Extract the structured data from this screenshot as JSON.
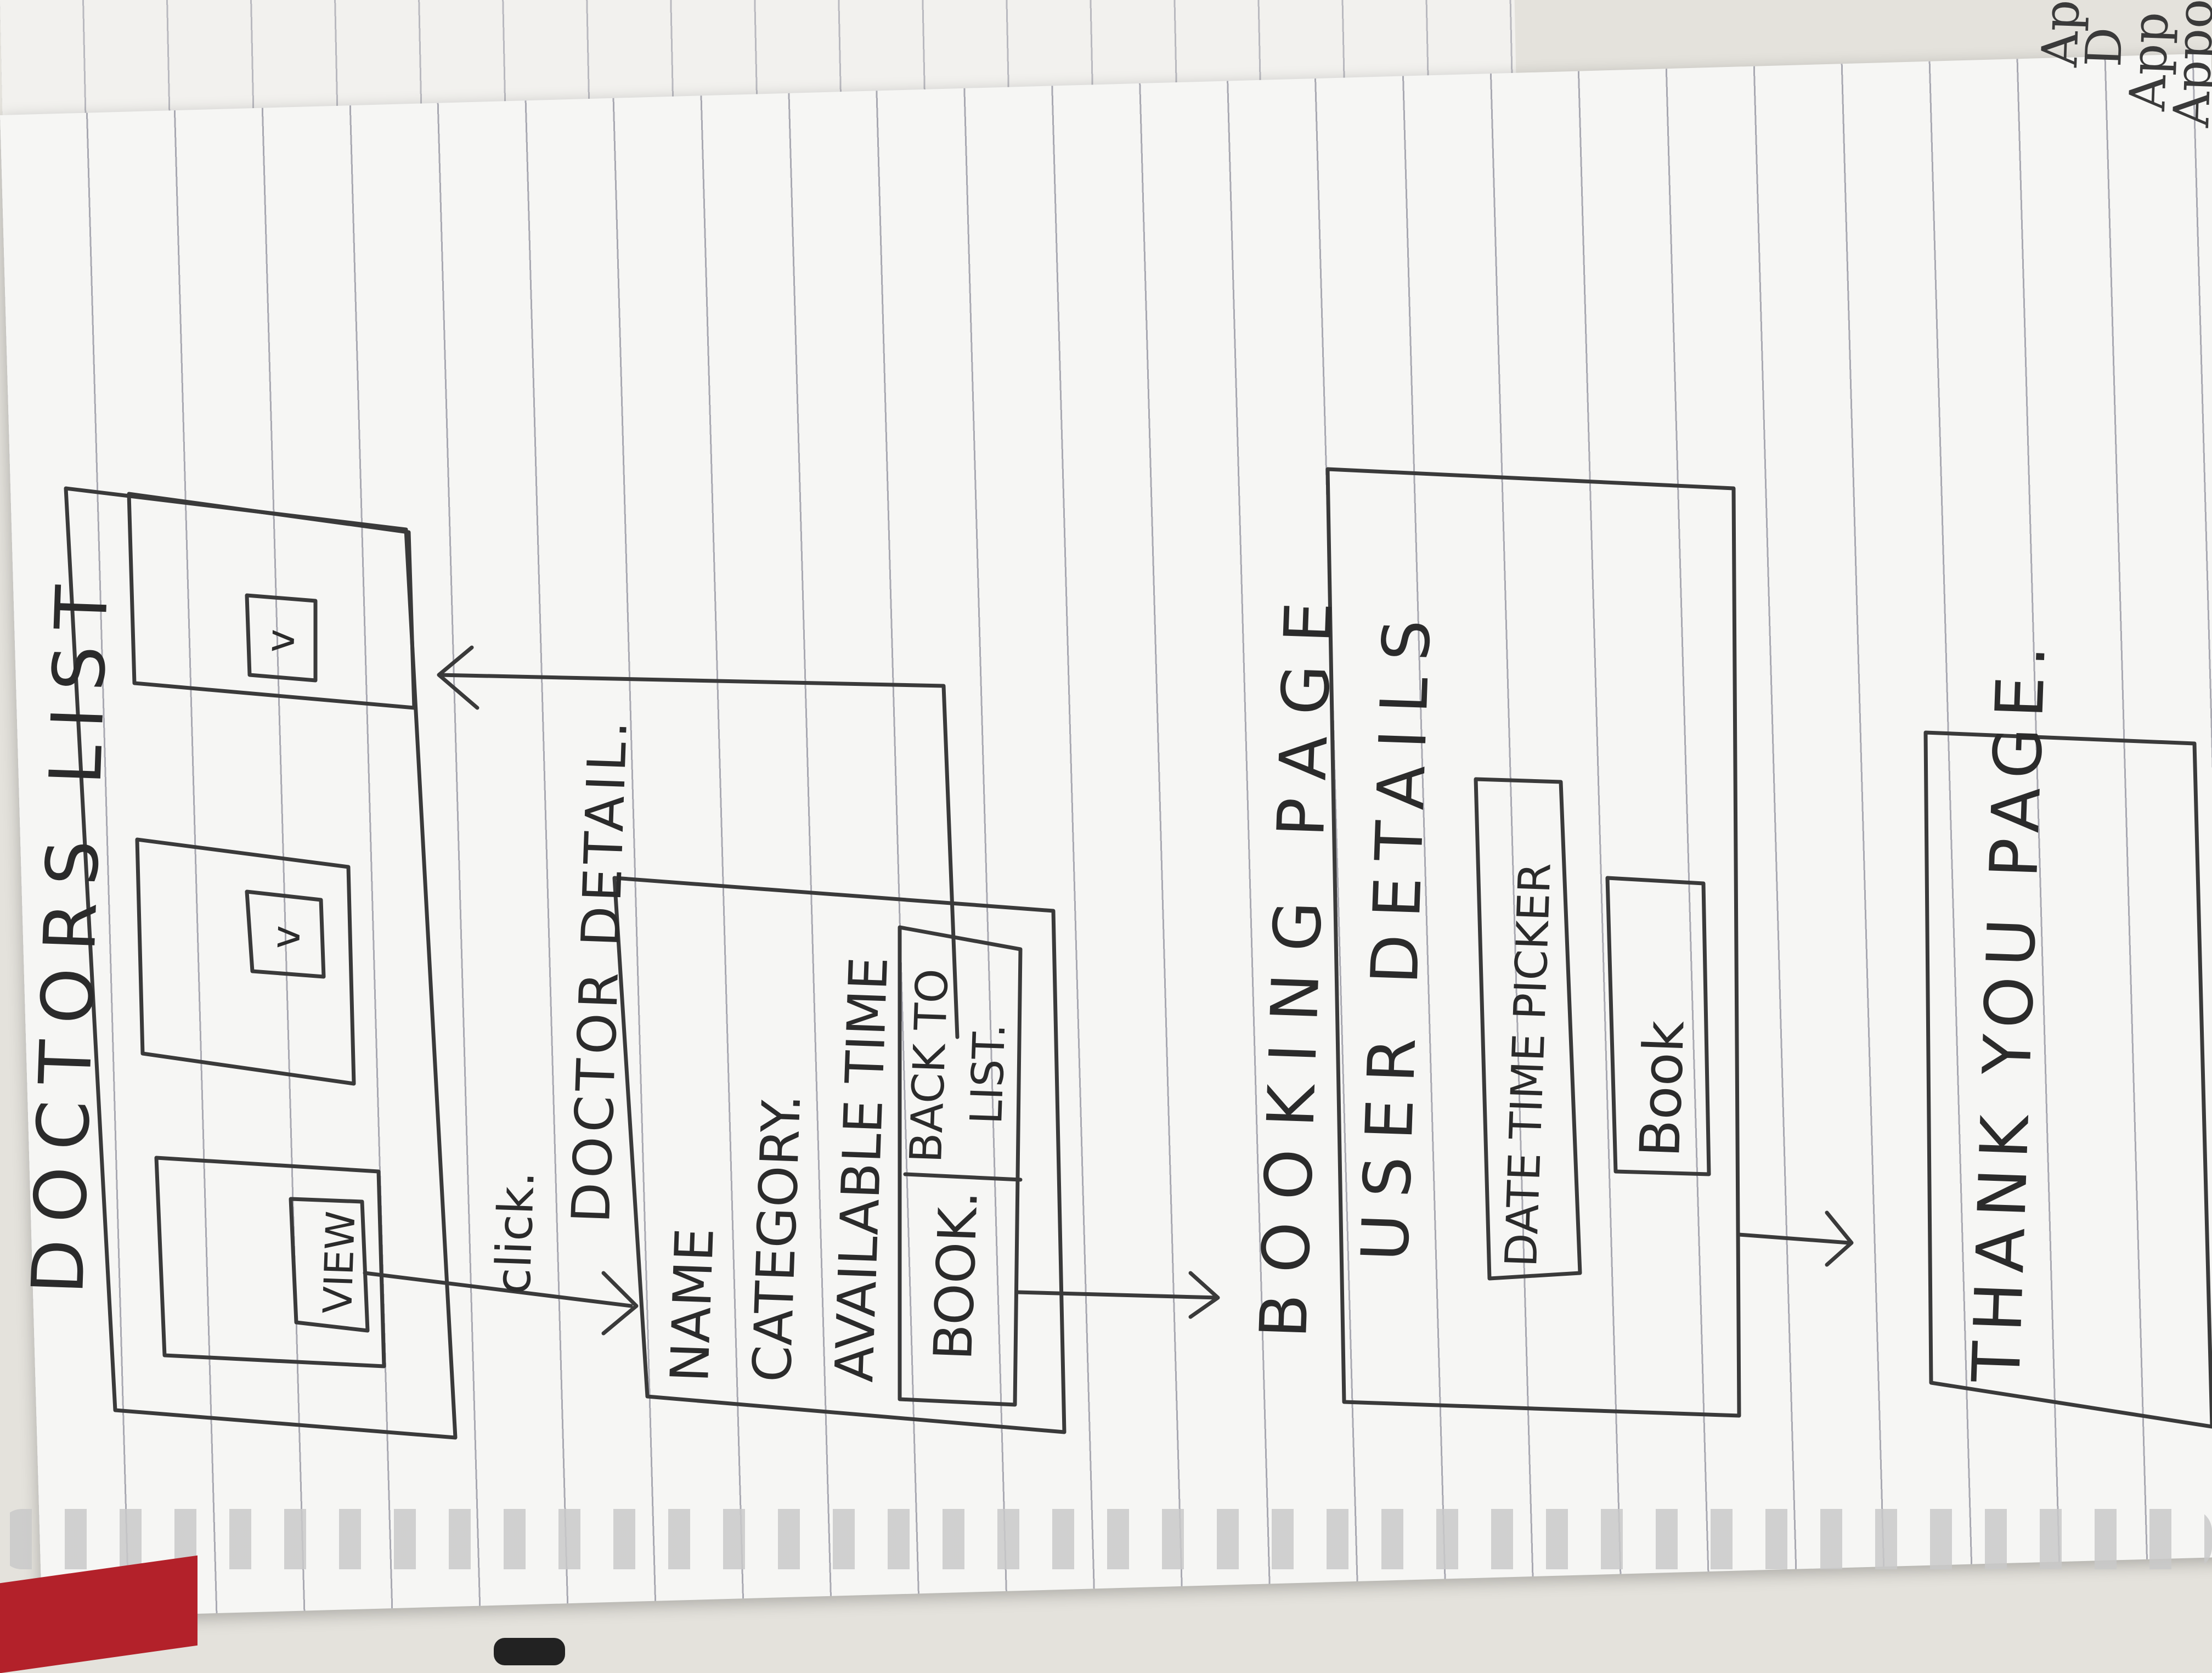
{
  "back_page": {
    "words": [
      "Ap",
      "D",
      "App",
      "Appo"
    ]
  },
  "sketch": {
    "doctors_list": {
      "title": "DOCTORS LIST",
      "view_button": "VIEW",
      "click_label": "click.",
      "v_marks": [
        "v",
        "v"
      ]
    },
    "doctor_detail": {
      "title": "DOCTOR DETAIL.",
      "name_label": "NAME",
      "category_label": "CATEGORY.",
      "available_time_label": "AVAILABLE TIME",
      "book_button": "BOOK.",
      "back_to_list_button": [
        "BACK TO",
        "LIST."
      ]
    },
    "booking_page": {
      "title": "BOOKING PAGE",
      "user_details_label": "USER DETAILS",
      "date_time_picker_label": "DATE TIME PICKER",
      "book_button": "Book"
    },
    "thank_you_page": {
      "title": "THANK YOU PAGE."
    }
  }
}
